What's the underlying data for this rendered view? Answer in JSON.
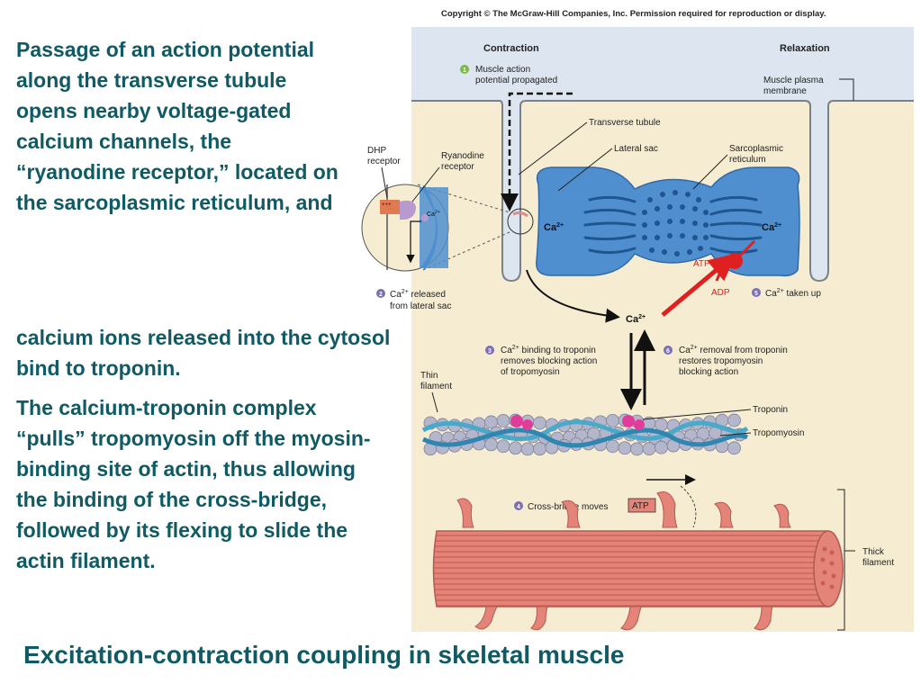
{
  "left_text": {
    "para1": "Passage of an action potential along the transverse tubule opens nearby voltage-gated calcium channels, the “ryanodine receptor,” located on the sarcoplasmic reticulum, and",
    "para2": "calcium ions released into the cytosol bind to troponin.",
    "para3": "The calcium-troponin complex “pulls” tropomyosin off the myosin-binding site of actin, thus allowing the binding of the cross-bridge, followed by its flexing to slide the actin filament."
  },
  "caption": "Excitation-contraction coupling in skeletal muscle",
  "figure": {
    "copyright": "Copyright © The McGraw-Hill Companies, Inc. Permission required for reproduction or display.",
    "headers": {
      "contraction": "Contraction",
      "relaxation": "Relaxation"
    },
    "labels": {
      "dhp_line1": "DHP",
      "dhp_line2": "receptor",
      "ryanodine_line1": "Ryanodine",
      "ryanodine_line2": "receptor",
      "transverse_tubule": "Transverse tubule",
      "lateral_sac": "Lateral sac",
      "sr_line1": "Sarcoplasmic",
      "sr_line2": "reticulum",
      "membrane_line1": "Muscle plasma",
      "membrane_line2": "membrane",
      "thin_line1": "Thin",
      "thin_line2": "filament",
      "troponin": "Troponin",
      "tropomyosin": "Tropomyosin",
      "thick_line1": "Thick",
      "thick_line2": "filament",
      "atp": "ATP",
      "adp": "ADP",
      "ca": "Ca",
      "ca_sup": "2+"
    },
    "steps": {
      "s1": {
        "num": "1",
        "line1": "Muscle action",
        "line2": "potential propagated"
      },
      "s2": {
        "num": "2",
        "line1_pre": "Ca",
        "line1_sup": "2+",
        "line1_post": " released",
        "line2": "from lateral sac"
      },
      "s3": {
        "num": "3",
        "line1_pre": "Ca",
        "line1_sup": "2+",
        "line1_post": " binding to troponin",
        "line2": "removes blocking action",
        "line3": "of tropomyosin"
      },
      "s4": {
        "num": "4",
        "line1": "Cross-bridge moves",
        "atp": "ATP"
      },
      "s5": {
        "num": "5",
        "line1_pre": "Ca",
        "line1_sup": "2+",
        "line1_post": " taken up"
      },
      "s6": {
        "num": "6",
        "line1_pre": "Ca",
        "line1_sup": "2+",
        "line1_post": " removal from troponin",
        "line2": "restores tropomyosin",
        "line3": "blocking action"
      }
    },
    "colors": {
      "cytosol": "#f5ecd2",
      "extracellular": "#dde6f0",
      "sr": "#4f8fd0",
      "arrow_red": "#e02020",
      "actin": "#b4b6cc",
      "thick": "#e48478",
      "step_circle": "#7c6db5",
      "text_teal": "#0f5a63"
    }
  }
}
